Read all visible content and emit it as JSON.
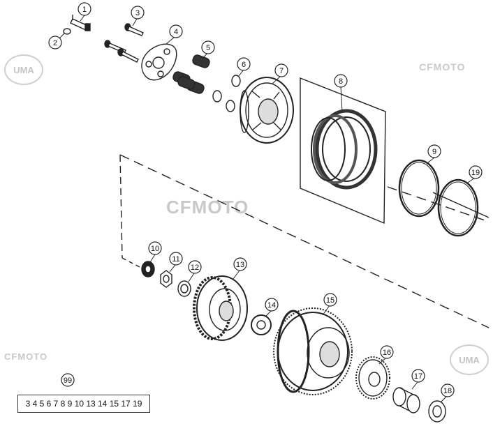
{
  "watermarks": {
    "brand": "CFMOTO",
    "uma": "UMA"
  },
  "callouts": [
    {
      "id": "1"
    },
    {
      "id": "2"
    },
    {
      "id": "3"
    },
    {
      "id": "4"
    },
    {
      "id": "5"
    },
    {
      "id": "6"
    },
    {
      "id": "7"
    },
    {
      "id": "8"
    },
    {
      "id": "9"
    },
    {
      "id": "19"
    },
    {
      "id": "10"
    },
    {
      "id": "11"
    },
    {
      "id": "12"
    },
    {
      "id": "13"
    },
    {
      "id": "14"
    },
    {
      "id": "15"
    },
    {
      "id": "16"
    },
    {
      "id": "17"
    },
    {
      "id": "18"
    },
    {
      "id": "99"
    }
  ],
  "kit": {
    "label": "99",
    "contents": "3 4 5 6 7 8 9 10 13 14 15 17 19"
  },
  "colors": {
    "line": "#222222",
    "watermark": "#c9c9c9"
  }
}
